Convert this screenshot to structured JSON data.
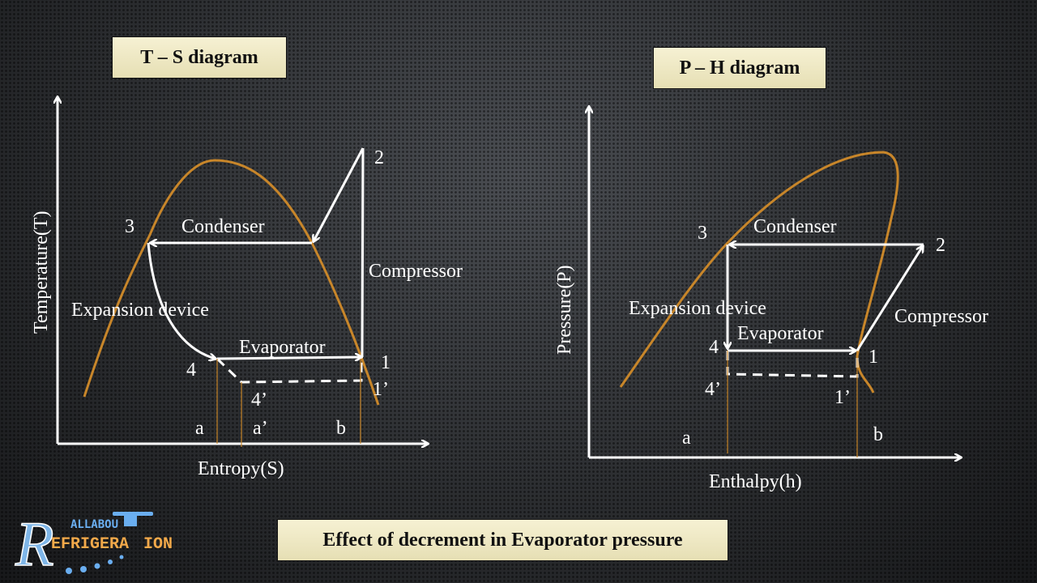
{
  "ts": {
    "title": "T – S diagram",
    "ylabel": "Temperature(T)",
    "xlabel": "Entropy(S)",
    "labels": {
      "p1": "1",
      "p1p": "1’",
      "p2": "2",
      "p3": "3",
      "p4": "4",
      "p4p": "4’",
      "a": "a",
      "ap": "a’",
      "b": "b",
      "condenser": "Condenser",
      "compressor": "Compressor",
      "expansion": "Expansion device",
      "evaporator": "Evaporator"
    }
  },
  "ph": {
    "title": "P – H diagram",
    "ylabel": "Pressure(P)",
    "xlabel": "Enthalpy(h)",
    "labels": {
      "p1": "1",
      "p1p": "1’",
      "p2": "2",
      "p3": "3",
      "p4": "4",
      "p4p": "4’",
      "a": "a",
      "b": "b",
      "condenser": "Condenser",
      "compressor": "Compressor",
      "expansion": "Expansion device",
      "evaporator": "Evaporator"
    }
  },
  "caption": "Effect of decrement in Evaporator pressure",
  "logo": {
    "line1": "ALLABOU",
    "line2": "EFRIGERA",
    "line3": "ION",
    "initial": "R"
  },
  "colors": {
    "curve": "#c8862a",
    "lines": "#ffffff",
    "box": "#f2ecc9"
  }
}
